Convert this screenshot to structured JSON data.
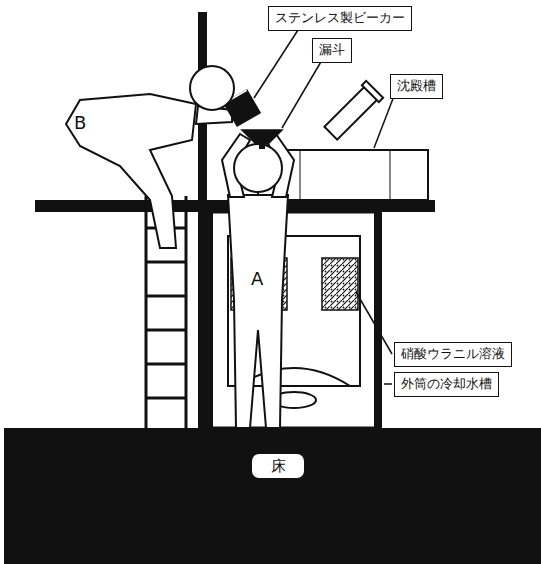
{
  "diagram": {
    "nodes": [
      {
        "text": [
          "ステンレス製ビーカー"
        ]
      },
      {
        "text": [
          "漏斗"
        ]
      },
      {
        "text": [
          "沈殿槽"
        ]
      },
      {
        "text": [
          "硝酸ウラニル溶液"
        ]
      },
      {
        "text": [
          "外筒の冷却水槽"
        ]
      },
      {
        "text": [
          "床"
        ]
      }
    ],
    "labels": [
      "B",
      "A"
    ]
  }
}
